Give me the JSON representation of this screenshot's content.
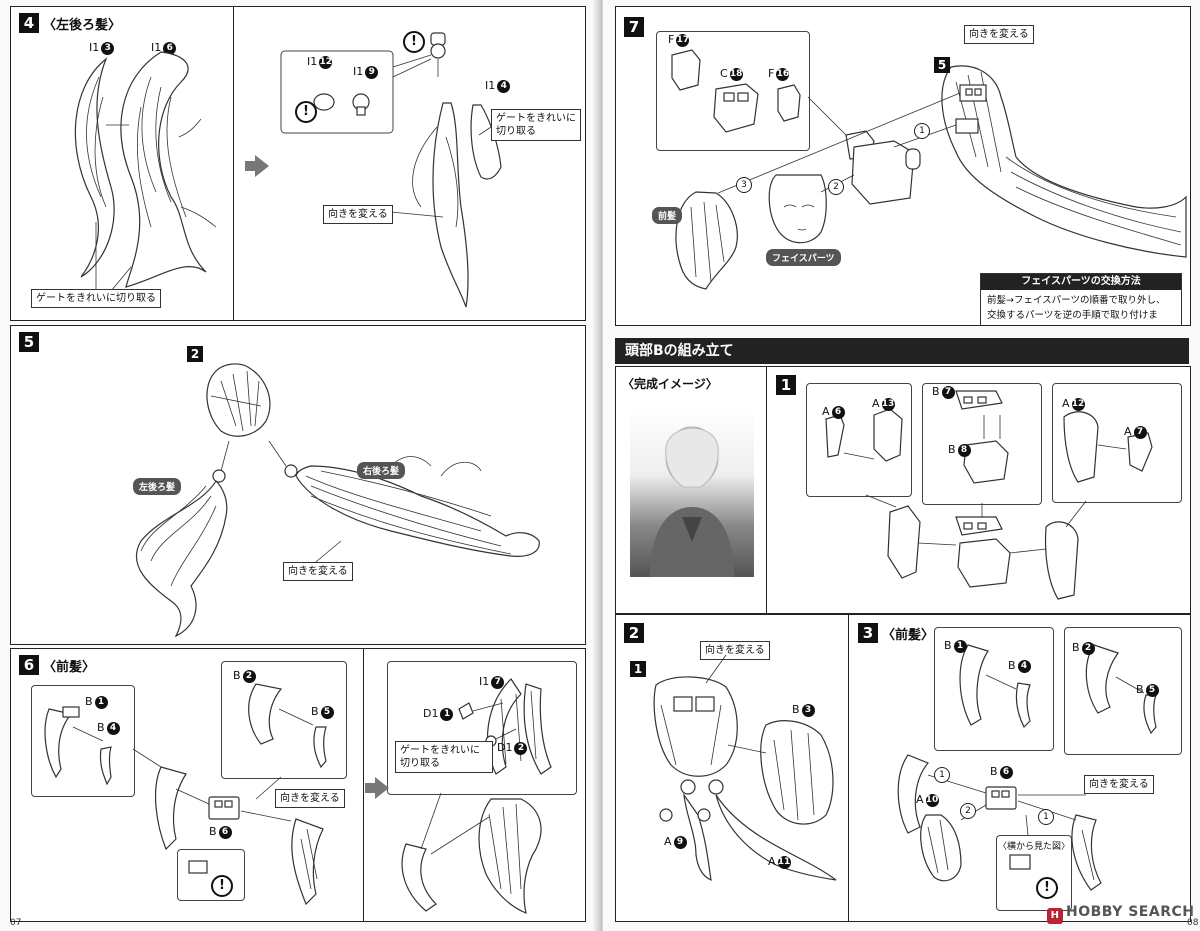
{
  "left_page": {
    "page_number": "07",
    "step4": {
      "number": "4",
      "title": "〈左後ろ髪〉",
      "parts": [
        "I1",
        "I1",
        "I1",
        "I1",
        "I1"
      ],
      "part_nums": [
        "3",
        "6",
        "12",
        "9",
        "4"
      ],
      "labels": {
        "gate_a": "ゲートをきれいに切り取る",
        "gate_b": "ゲートをきれいに切り取る",
        "orient": "向きを変える"
      }
    },
    "step5": {
      "number": "5",
      "sub_num": "2",
      "tag_left": "左後ろ髪",
      "tag_right": "右後ろ髪",
      "orient": "向きを変える"
    },
    "step6": {
      "number": "6",
      "title": "〈前髪〉",
      "parts": {
        "b1": "B",
        "b1n": "1",
        "b4": "B",
        "b4n": "4",
        "b2": "B",
        "b2n": "2",
        "b5": "B",
        "b5n": "5",
        "b6": "B",
        "b6n": "6",
        "i17": "I1",
        "i17n": "7",
        "d11": "D1",
        "d11n": "1",
        "d12": "D1",
        "d12n": "2"
      },
      "labels": {
        "orient": "向きを変える",
        "gate": "ゲートをきれいに切り取る"
      }
    }
  },
  "right_page": {
    "page_number": "08",
    "step7": {
      "number": "7",
      "orient": "向きを変える",
      "sub_num": "5",
      "parts": {
        "f17": "F",
        "f17n": "17",
        "c18": "C",
        "c18n": "18",
        "f16": "F",
        "f16n": "16"
      },
      "seq": [
        "1",
        "2",
        "3"
      ],
      "tag_front": "前髪",
      "tag_face": "フェイスパーツ",
      "note": {
        "title": "フェイスパーツの交換方法",
        "line1": "前髪→フェイスパーツの順番で取り外し、",
        "line2": "交換するパーツを逆の手順で取り付けます。"
      }
    },
    "section_title": "頭部Bの組み立て",
    "complete_image": "〈完成イメージ〉",
    "stepB1": {
      "number": "1",
      "parts": {
        "a6": "A",
        "a6n": "6",
        "a13": "A",
        "a13n": "13",
        "b7": "B",
        "b7n": "7",
        "b8": "B",
        "b8n": "8",
        "a12": "A",
        "a12n": "12",
        "a7": "A",
        "a7n": "7"
      }
    },
    "stepB2": {
      "number": "2",
      "sub_num": "1",
      "orient": "向きを変える",
      "parts": {
        "b3": "B",
        "b3n": "3",
        "a9": "A",
        "a9n": "9",
        "a11": "A",
        "a11n": "11"
      }
    },
    "stepB3": {
      "number": "3",
      "title": "〈前髪〉",
      "orient": "向きを変える",
      "side_view": "〈横から見た図〉",
      "parts": {
        "b1": "B",
        "b1n": "1",
        "b4": "B",
        "b4n": "4",
        "b2": "B",
        "b2n": "2",
        "b5": "B",
        "b5n": "5",
        "b6": "B",
        "b6n": "6",
        "a10": "A",
        "a10n": "10"
      },
      "seq": [
        "1",
        "2",
        "1"
      ]
    },
    "watermark": "HOBBY SEARCH"
  }
}
